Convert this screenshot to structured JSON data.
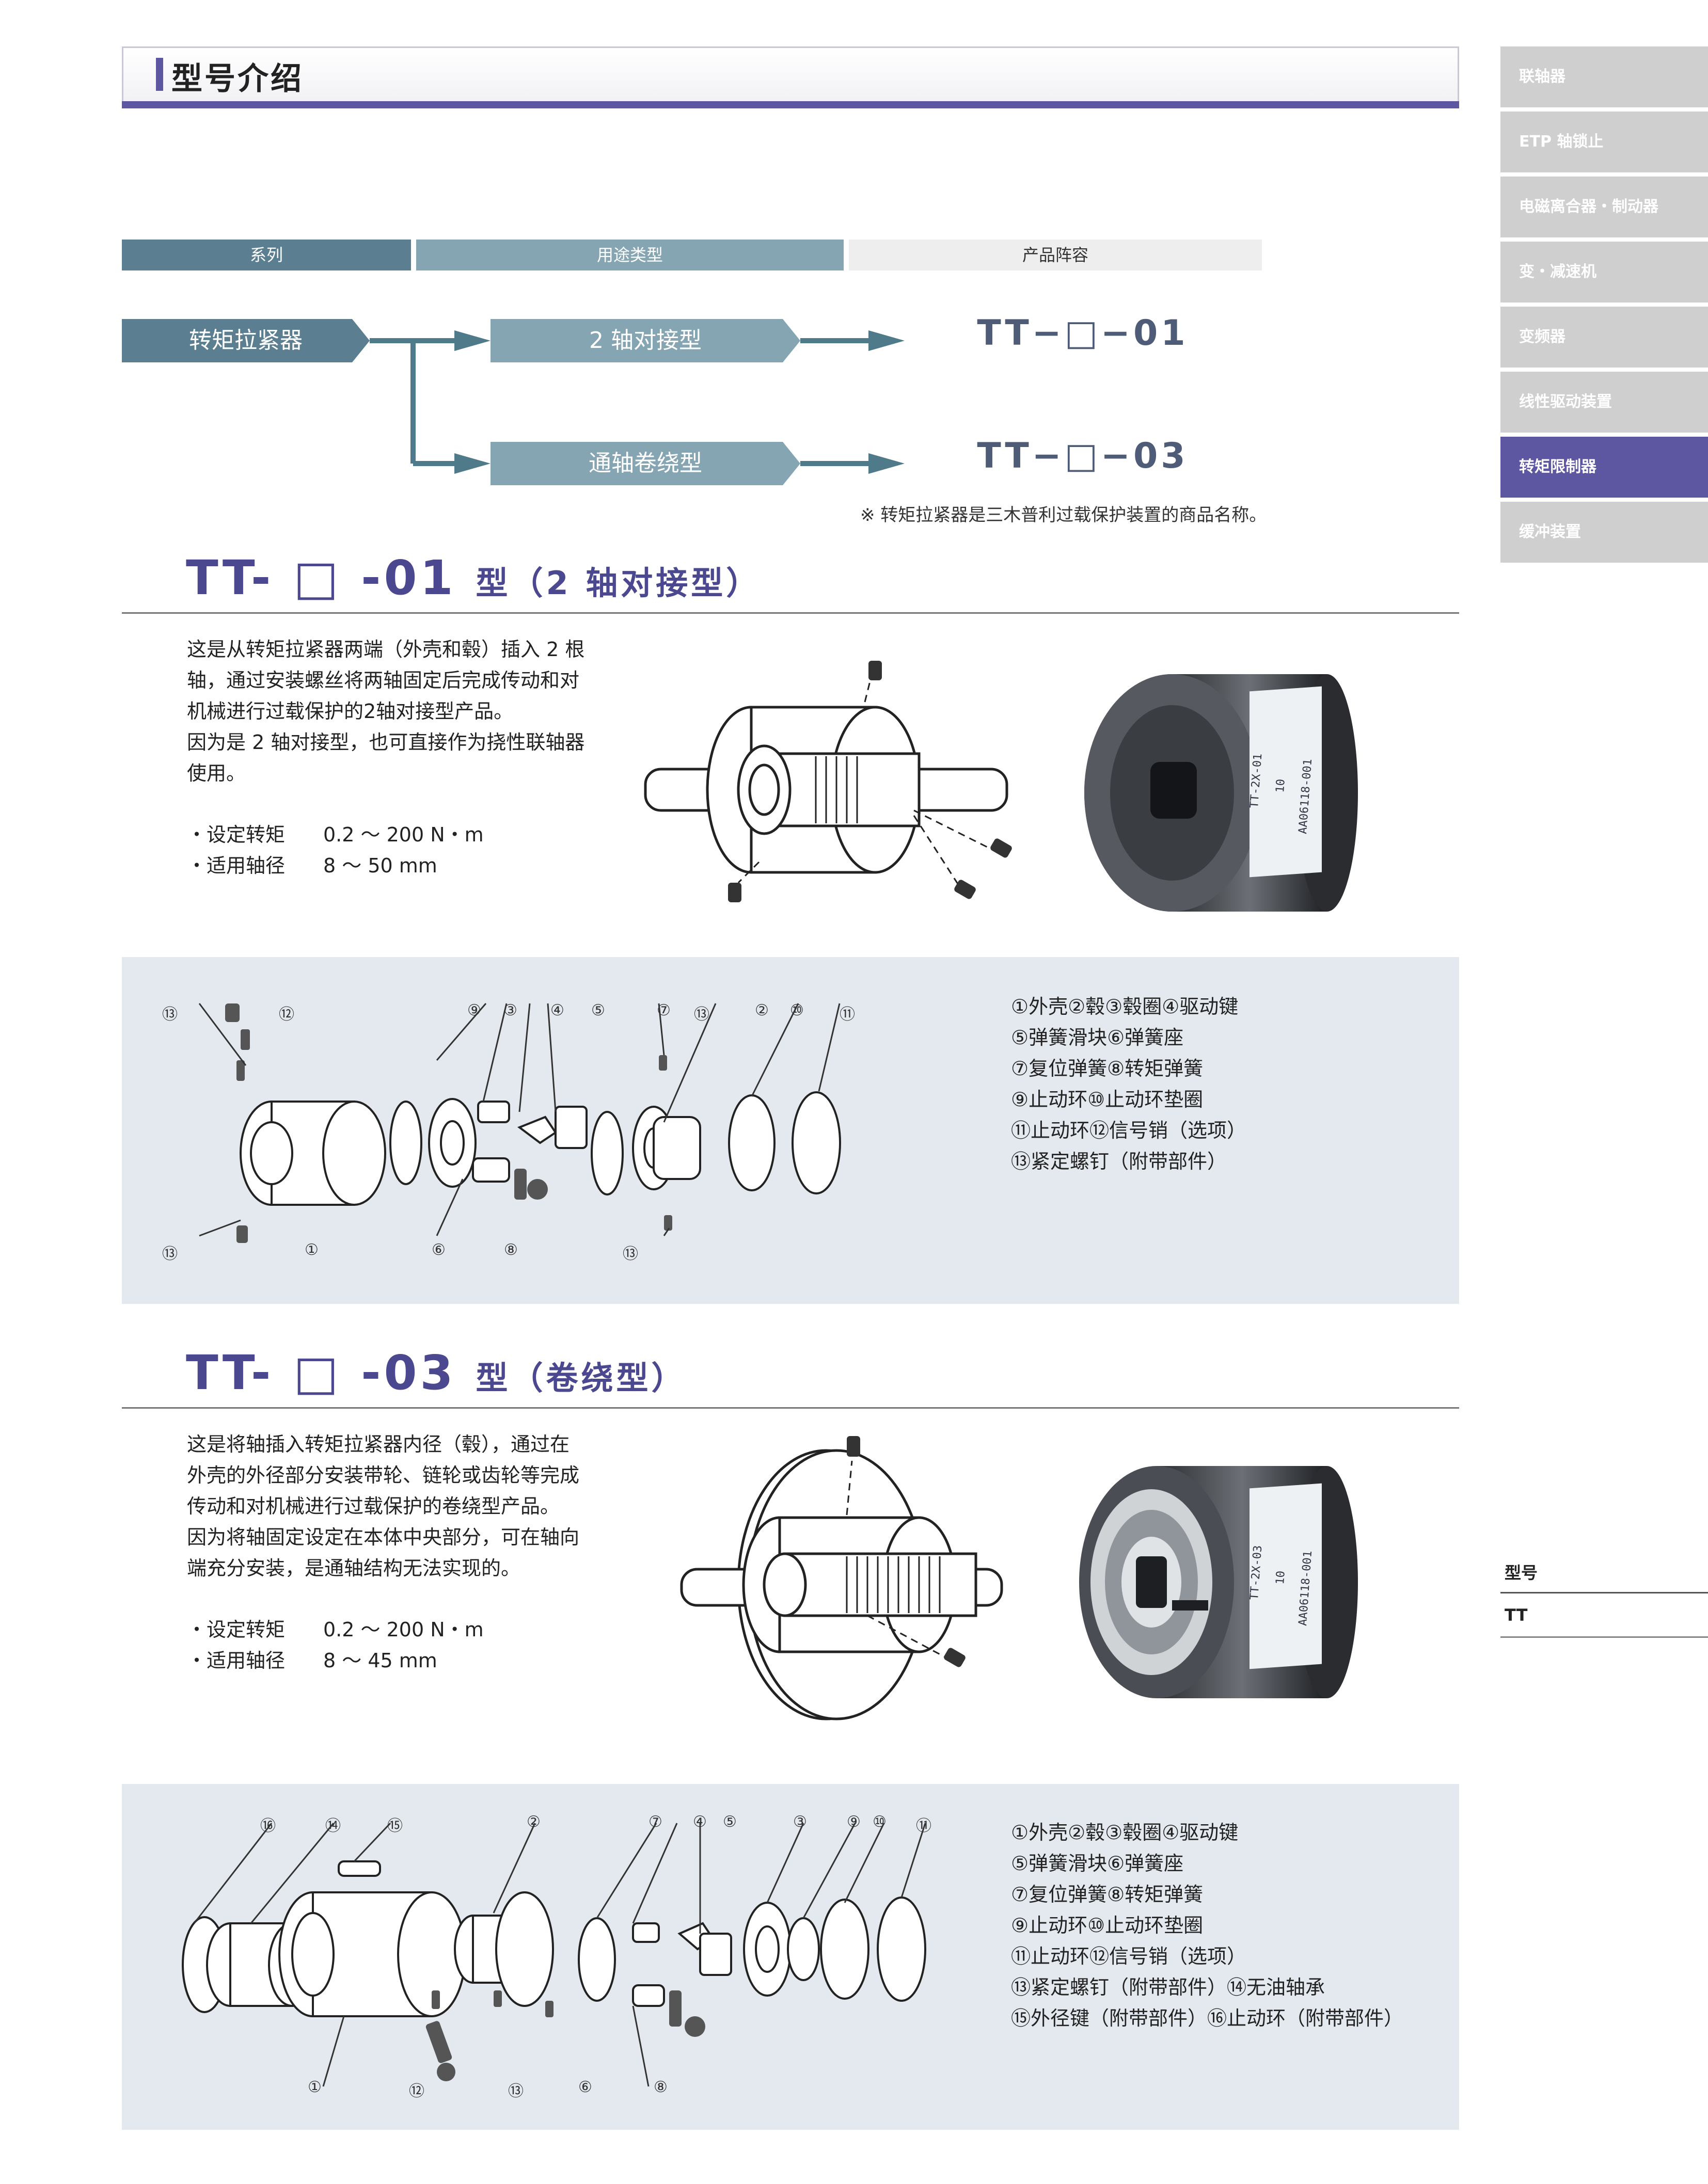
{
  "header": {
    "title": "型号介绍"
  },
  "sidebar": {
    "items": [
      {
        "label": "联轴器",
        "active": false
      },
      {
        "label": "ETP 轴锁止",
        "active": false
      },
      {
        "label": "电磁离合器・制动器",
        "active": false
      },
      {
        "label": "变・减速机",
        "active": false
      },
      {
        "label": "变频器",
        "active": false
      },
      {
        "label": "线性驱动装置",
        "active": false
      },
      {
        "label": "转矩限制器",
        "active": true
      },
      {
        "label": "缓冲装置",
        "active": false
      }
    ],
    "model_label": "型号",
    "model_value": "TT",
    "active_color": "#5d57a2"
  },
  "flow": {
    "headers": [
      "系列",
      "用途类型",
      "产品阵容"
    ],
    "series": "转矩拉紧器",
    "uses": [
      "2 轴对接型",
      "通轴卷绕型"
    ],
    "models": [
      "TT−□−01",
      "TT−□−03"
    ],
    "note": "※ 转矩拉紧器是三木普利过载保护装置的商品名称。"
  },
  "sections": [
    {
      "title_main": "TT- □ -01",
      "title_suffix": "型（2 轴对接型）",
      "description": [
        "这是从转矩拉紧器两端（外壳和毂）插入 2 根",
        "轴，通过安装螺丝将两轴固定后完成传动和对",
        "机械进行过载保护的2轴对接型产品。",
        "因为是 2 轴对接型，也可直接作为挠性联轴器",
        "使用。"
      ],
      "specs": [
        {
          "label": "・设定转矩",
          "value": "0.2 〜 200 N・m"
        },
        {
          "label": "・适用轴径",
          "value": "8 〜 50 mm"
        }
      ],
      "photo_label": [
        "TT-2X-01",
        "10",
        "AA06118-001"
      ],
      "parts": [
        "①外壳②毂③毂圈④驱动键",
        "⑤弹簧滑块⑥弹簧座",
        "⑦复位弹簧⑧转矩弹簧",
        "⑨止动环⑩止动环垫圈",
        "⑪止动环⑫信号销（选项）",
        "⑬紧定螺钉（附带部件）"
      ],
      "callouts": [
        "⑬",
        "⑫",
        "⑨",
        "③",
        "④",
        "⑤",
        "⑦",
        "⑬",
        "②",
        "⑩",
        "⑪",
        "⑬",
        "①",
        "⑥",
        "⑧",
        "⑬"
      ]
    },
    {
      "title_main": "TT- □ -03",
      "title_suffix": "型（卷绕型）",
      "description": [
        "这是将轴插入转矩拉紧器内径（毂），通过在",
        "外壳的外径部分安装带轮、链轮或齿轮等完成",
        "传动和对机械进行过载保护的卷绕型产品。",
        "因为将轴固定设定在本体中央部分，可在轴向",
        "端充分安装，是通轴结构无法实现的。"
      ],
      "specs": [
        {
          "label": "・设定转矩",
          "value": "0.2 〜 200 N・m"
        },
        {
          "label": "・适用轴径",
          "value": "8 〜 45 mm"
        }
      ],
      "photo_label": [
        "TT-2X-03",
        "10",
        "AA06118-001"
      ],
      "parts": [
        "①外壳②毂③毂圈④驱动键",
        "⑤弹簧滑块⑥弹簧座",
        "⑦复位弹簧⑧转矩弹簧",
        "⑨止动环⑩止动环垫圈",
        "⑪止动环⑫信号销（选项）",
        "⑬紧定螺钉（附带部件）⑭无油轴承",
        "⑮外径键（附带部件）⑯止动环（附带部件）"
      ],
      "callouts": [
        "⑯",
        "⑭",
        "⑮",
        "②",
        "⑦",
        "④",
        "⑤",
        "③",
        "⑨",
        "⑩",
        "⑪",
        "①",
        "⑫",
        "⑬",
        "⑥",
        "⑧"
      ]
    }
  ]
}
